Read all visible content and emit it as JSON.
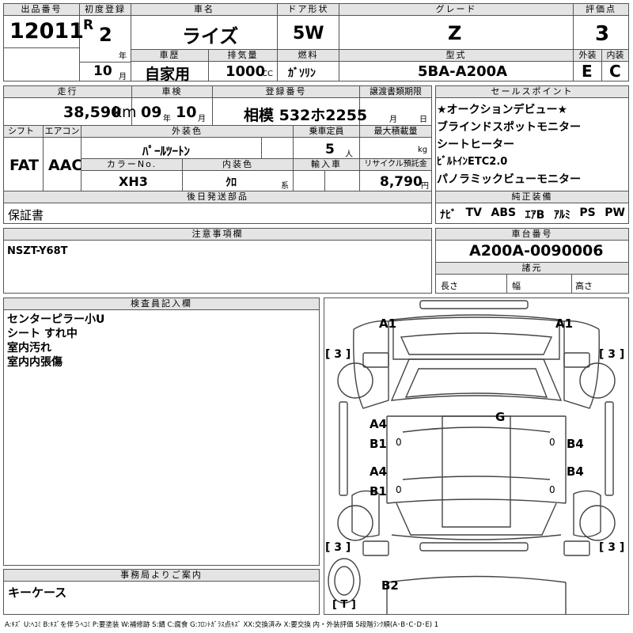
{
  "top": {
    "lot_label": "出品番号",
    "lot": "12011",
    "reg_label": "初度登録",
    "era": "R",
    "reg_year": "2",
    "year_unit": "年",
    "reg_month": "10",
    "month_unit": "月",
    "name_label": "車名",
    "name": "ライズ",
    "door_label": "ドア形状",
    "door": "5W",
    "grade_label": "グレード",
    "grade": "Z",
    "score_label": "評価点",
    "score": "3",
    "history_label": "車歴",
    "history": "自家用",
    "displacement_label": "排気量",
    "displacement": "1000",
    "cc": "CC",
    "fuel_label": "燃料",
    "fuel": "ｶﾞｿﾘﾝ",
    "model_label": "型式",
    "model": "5BA-A200A",
    "ext_label": "外装",
    "ext": "E",
    "int_label": "内装",
    "int": "C"
  },
  "mid": {
    "mileage_label": "走行",
    "mileage": "38,590",
    "km": "km",
    "inspection_label": "車検",
    "insp_year": "09",
    "insp_y": "年",
    "insp_month": "10",
    "insp_m": "月",
    "plate_label": "登録番号",
    "plate": "相模 532ホ2255",
    "transfer_label": "譲渡書類期限",
    "transfer_m": "月",
    "transfer_d": "日",
    "shift_label": "シフト",
    "shift": "FAT",
    "ac_label": "エアコン",
    "ac": "AAC",
    "color_label": "外装色",
    "color": "ﾊﾟｰﾙﾂｰﾄﾝ",
    "capacity_label": "乗車定員",
    "capacity": "5",
    "person": "人",
    "load_label": "最大積載量",
    "kg": "kg",
    "colorno_label": "カラーNo.",
    "colorno": "XH3",
    "interior_label": "内装色",
    "interior": "ｸﾛ",
    "kei": "系",
    "import_label": "輸入車",
    "recycle_label": "リサイクル預託金",
    "recycle": "8,790",
    "yen": "円",
    "later_label": "後日発送部品",
    "later": "保証書"
  },
  "sales": {
    "label": "セールスポイント",
    "items": [
      "★オークションデビュー★",
      "ブラインドスポットモニター",
      "シートヒーター",
      "ﾋﾞﾙﾄｲﾝETC2.0",
      "パノラミックビューモニター"
    ]
  },
  "equip": {
    "label": "純正装備",
    "items": [
      "ﾅﾋﾞ",
      "TV",
      "ABS",
      "ｴｱB",
      "ｱﾙﾐ",
      "PS",
      "PW"
    ]
  },
  "notes": {
    "label": "注意事項欄",
    "text": "NSZT-Y68T"
  },
  "chassis": {
    "label": "車台番号",
    "number": "A200A-0090006",
    "spec_label": "諸元",
    "length": "長さ",
    "width": "幅",
    "height": "高さ"
  },
  "inspector": {
    "label": "検査員記入欄",
    "lines": [
      "センターピラー小U",
      "シート すれ中",
      "室内汚れ",
      "室内内張傷"
    ]
  },
  "office": {
    "label": "事務局よりご案内",
    "text": "キーケース"
  },
  "diagram": {
    "fl": "A1",
    "fr": "A1",
    "tyre": "[ 3 ]",
    "g": "G",
    "a4a": "A4",
    "b1a": "B1",
    "a4b": "A4",
    "b1b": "B1",
    "b4a": "B4",
    "b4b": "B4",
    "b2": "B2",
    "spare": "[ T ]",
    "zero": "0"
  },
  "legend": "A:ｷｽﾞ U:ﾍｺﾐ B:ｷｽﾞを伴うﾍｺﾐ P:要塗装 W:補修跡 S:錆 C:腐食 G:ﾌﾛﾝﾄｶﾞﾗｽ点ｷｽﾞ XX:交換済み X:要交換 内・外装評価 5段階ﾗﾝｸ順(A･B･C･D･E) 1"
}
